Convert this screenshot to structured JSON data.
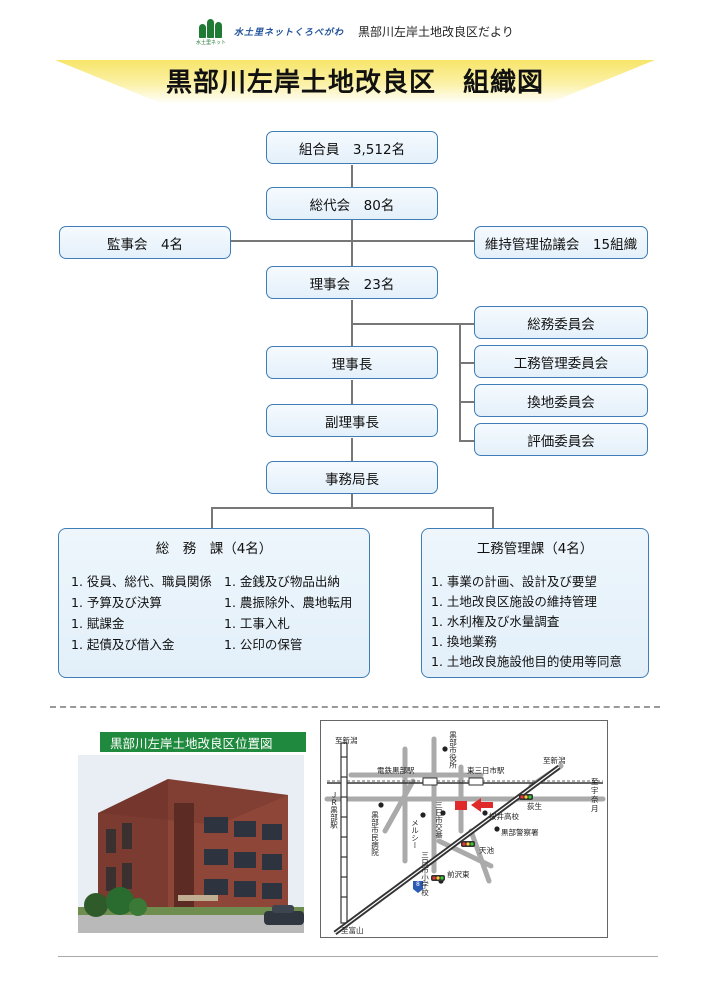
{
  "header": {
    "logo_caption": "水土里ネット",
    "brand": "水土里ネットくろべがわ",
    "newsletter": "黒部川左岸土地改良区だより"
  },
  "title": "黒部川左岸土地改良区　組織図",
  "org": {
    "members": "組合員　3,512名",
    "delegates": "総代会　80名",
    "auditors": "監事会　4名",
    "maintenance_council": "維持管理協議会　15組織",
    "board": "理事会　23名",
    "committees": [
      "総務委員会",
      "工務管理委員会",
      "換地委員会",
      "評価委員会"
    ],
    "chairman": "理事長",
    "vice_chairman": "副理事長",
    "secretary_general": "事務局長"
  },
  "general_affairs": {
    "title": "総　務　課（4名）",
    "duties_left": [
      "1. 役員、総代、職員関係",
      "1. 予算及び決算",
      "1. 賦課金",
      "1. 起債及び借入金"
    ],
    "duties_right": [
      "1. 金銭及び物品出納",
      "1. 農振除外、農地転用",
      "1. 工事入札",
      "1. 公印の保管"
    ]
  },
  "engineering": {
    "title": "工務管理課（4名）",
    "duties": [
      "1. 事業の計画、設計及び要望",
      "1. 土地改良区施設の維持管理",
      "1. 水利権及び水量調査",
      "1. 換地業務",
      "1. 土地改良施設他目的使用等同意"
    ]
  },
  "location": {
    "label": "黒部川左岸土地改良区位置図"
  },
  "map": {
    "to_niikawa_left": "至新潟",
    "to_niikawa_right": "至新潟",
    "to_toyama": "至富山",
    "to_unazuki": "至宇奈月",
    "jr_station": "ＪＲ黒部駅",
    "dentetsu_station": "電鉄黒部駅",
    "city_hall": "黒部市役所",
    "mikkaichi_station": "東三日市駅",
    "hospital": "黒部市民病院",
    "mercy": "メルシー",
    "intersection": "三日市交番",
    "elementary": "三日市小学校",
    "hagio": "荻生",
    "sakurai_hs": "桜井高校",
    "police": "黒部警察署",
    "tenchi": "天池",
    "maezawa_east": "前沢東",
    "route_number": "8"
  }
}
